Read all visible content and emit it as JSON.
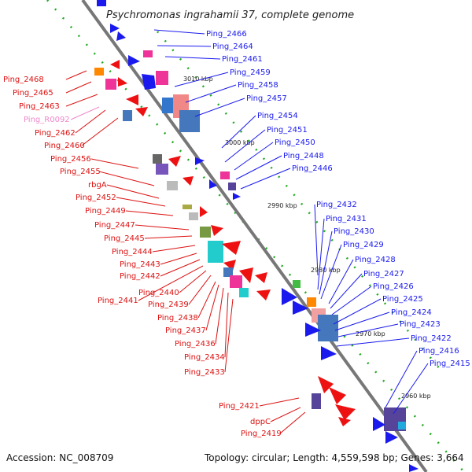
{
  "title": "Psychromonas ingrahamii 37, complete genome",
  "footer": {
    "accession": "Accession: NC_008709",
    "topology": "Topology: circular; Length: 4,559,598 bp; Genes: 3,664"
  },
  "colors": {
    "forward_label": "#1a1aee",
    "reverse_label": "#dd1111",
    "rna_label": "#ee88cc",
    "backbone": "#888888",
    "tick": "#22aa22"
  },
  "scale_labels": [
    "3010 kbp",
    "3000 kbp",
    "2990 kbp",
    "2980 kbp",
    "2970 kbp",
    "2960 kbp"
  ],
  "right_labels": [
    "Ping_2466",
    "Ping_2464",
    "Ping_2461",
    "Ping_2459",
    "Ping_2458",
    "Ping_2457",
    "Ping_2454",
    "Ping_2451",
    "Ping_2450",
    "Ping_2448",
    "Ping_2446",
    "Ping_2432",
    "Ping_2431",
    "Ping_2430",
    "Ping_2429",
    "Ping_2428",
    "Ping_2427",
    "Ping_2426",
    "Ping_2425",
    "Ping_2424",
    "Ping_2423",
    "Ping_2422",
    "Ping_2416",
    "Ping_2415"
  ],
  "left_labels": [
    "Ping_2468",
    "Ping_2465",
    "Ping_2463",
    "Ping_R0092",
    "Ping_2462",
    "Ping_2460",
    "Ping_2456",
    "Ping_2455",
    "rbgA",
    "Ping_2452",
    "Ping_2449",
    "Ping_2447",
    "Ping_2445",
    "Ping_2444",
    "Ping_2443",
    "Ping_2442",
    "Ping_2440",
    "Ping_2441",
    "Ping_2439",
    "Ping_2438",
    "Ping_2437",
    "Ping_2436",
    "Ping_2434",
    "Ping_2433",
    "Ping_2421",
    "dppC",
    "Ping_2419"
  ]
}
